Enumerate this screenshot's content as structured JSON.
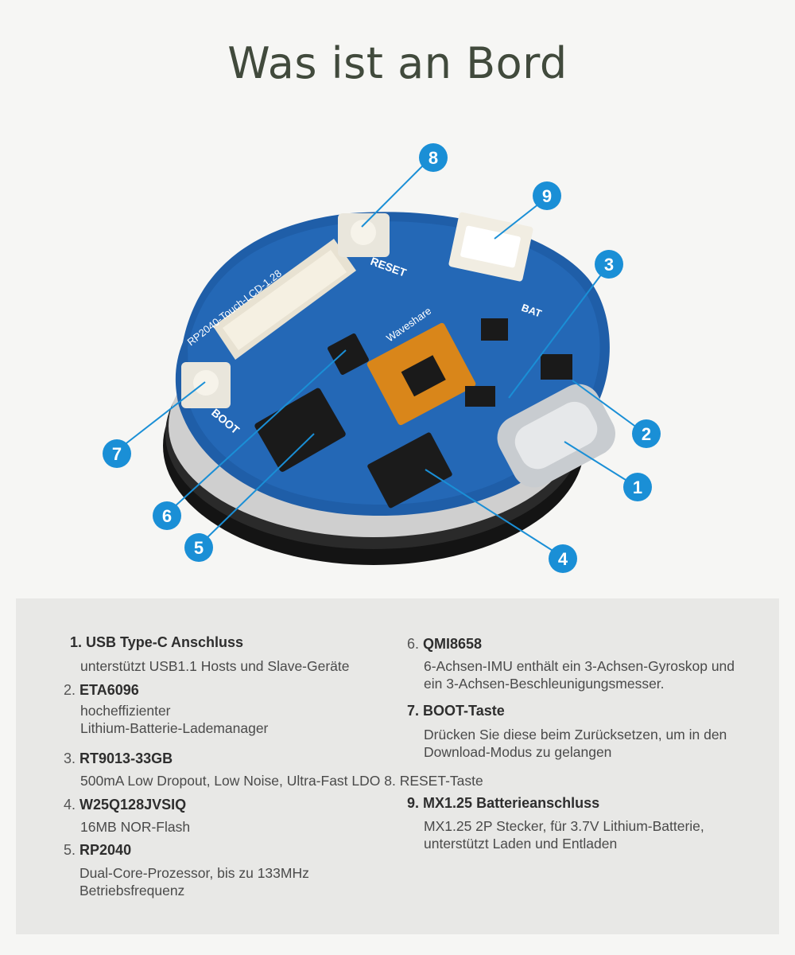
{
  "title": "Was ist an Bord",
  "brand_text": "Waveshare",
  "board_silkscreen": {
    "reset": "RESET",
    "boot": "BOOT",
    "bat": "BAT",
    "model": "RP2040-Touch-LCD-1.28"
  },
  "callouts": [
    "1",
    "2",
    "3",
    "4",
    "5",
    "6",
    "7",
    "8",
    "9"
  ],
  "colors": {
    "background": "#f6f6f4",
    "panel": "#e8e8e6",
    "board_blue": "#1f5ea8",
    "callout_blue": "#1a8fd6",
    "title": "#414a3c"
  },
  "features": [
    {
      "num": "1.",
      "name": "USB Type-C Anschluss",
      "desc1": "unterstützt USB1.1 Hosts und Slave-Geräte",
      "desc2": ""
    },
    {
      "num": "2.",
      "name": "ETA6096",
      "desc1": "hocheffizienter",
      "desc2": "Lithium-Batterie-Lademanager"
    },
    {
      "num": "3.",
      "name": "RT9013-33GB",
      "desc1": "500mA Low Dropout, Low Noise, Ultra-Fast LDO 8. RESET-Taste",
      "desc2": ""
    },
    {
      "num": "4.",
      "name": "W25Q128JVSIQ",
      "desc1": "16MB NOR-Flash",
      "desc2": ""
    },
    {
      "num": "5.",
      "name": "RP2040",
      "desc1": "Dual-Core-Prozessor, bis zu 133MHz",
      "desc2": "Betriebsfrequenz"
    },
    {
      "num": "6.",
      "name": "QMI8658",
      "desc1": "6-Achsen-IMU enthält ein 3-Achsen-Gyroskop und",
      "desc2": "ein 3-Achsen-Beschleunigungsmesser."
    },
    {
      "num": "7.",
      "name": "BOOT-Taste",
      "desc1": "Drücken Sie diese beim Zurücksetzen, um in den",
      "desc2": "Download-Modus zu gelangen"
    },
    {
      "num": "9.",
      "name": "MX1.25 Batterieanschluss",
      "desc1": "MX1.25 2P Stecker, für 3.7V Lithium-Batterie,",
      "desc2": "unterstützt Laden und Entladen"
    }
  ]
}
